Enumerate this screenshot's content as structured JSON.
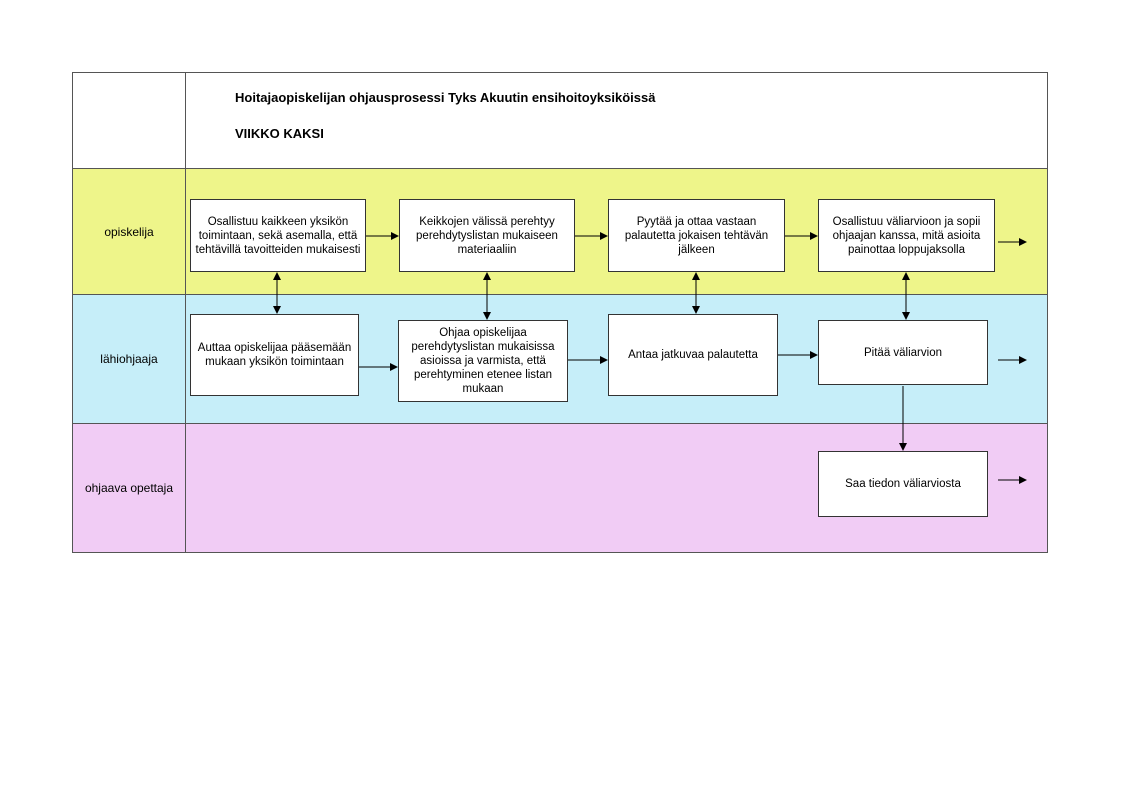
{
  "header": {
    "title": "Hoitajaopiskelijan ohjausprosessi Tyks Akuutin ensihoitoyksiköissä",
    "subtitle": "VIIKKO KAKSI"
  },
  "lanes": {
    "opiskelija": "opiskelija",
    "lahiohjaaja": "lähiohjaaja",
    "ohjaava_opettaja": "ohjaava opettaja"
  },
  "steps": {
    "opiskelija": [
      "Osallistuu kaikkeen yksikön toimintaan, sekä asemalla, että tehtävillä tavoitteiden mukaisesti",
      "Keikkojen välissä perehtyy perehdytyslistan mukaiseen materiaaliin",
      "Pyytää ja ottaa vastaan palautetta jokaisen tehtävän jälkeen",
      "Osallistuu väliarvioon ja sopii ohjaajan kanssa, mitä asioita painottaa loppujaksolla"
    ],
    "lahiohjaaja": [
      "Auttaa opiskelijaa pääsemään mukaan yksikön toimintaan",
      "Ohjaa opiskelijaa perehdytyslistan mukaisissa asioissa ja varmista, että perehtyminen etenee listan mukaan",
      "Antaa jatkuvaa palautetta",
      "Pitää väliarvion"
    ],
    "ohjaava_opettaja": [
      "Saa tiedon väliarviosta"
    ]
  }
}
